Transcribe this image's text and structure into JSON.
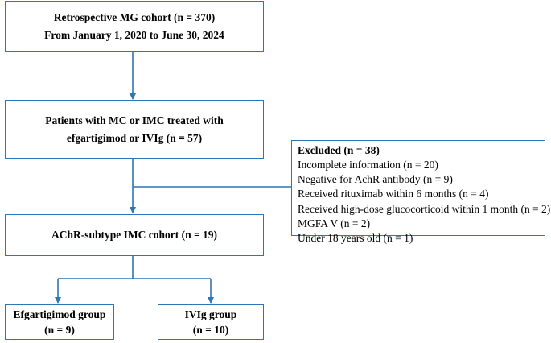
{
  "boxes": {
    "cohort": {
      "lines": [
        "Retrospective MG cohort (n = 370)",
        "From January 1, 2020 to June 30, 2024"
      ]
    },
    "patients": {
      "lines": [
        "Patients with MC or IMC treated with",
        "efgartigimod or IVIg (n = 57)"
      ]
    },
    "achr": {
      "lines": [
        "AChR-subtype IMC cohort (n = 19)"
      ]
    },
    "efgartigimod": {
      "lines": [
        "Efgartigimod group",
        "(n = 9)"
      ]
    },
    "ivig": {
      "lines": [
        "IVIg group",
        "(n = 10)"
      ]
    },
    "excluded": {
      "title": "Excluded (n = 38)",
      "items": [
        "Incomplete information (n = 20)",
        "Negative for AchR antibody (n = 9)",
        "Received rituximab within 6 months (n = 4)",
        "Received high-dose glucocorticoid within 1 month (n = 2)",
        "MGFA V (n = 2)",
        "Under 18 years old (n = 1)"
      ]
    }
  },
  "colors": {
    "box_border": "#2e75b6",
    "connector": "#2e75b6",
    "text": "#000000"
  }
}
